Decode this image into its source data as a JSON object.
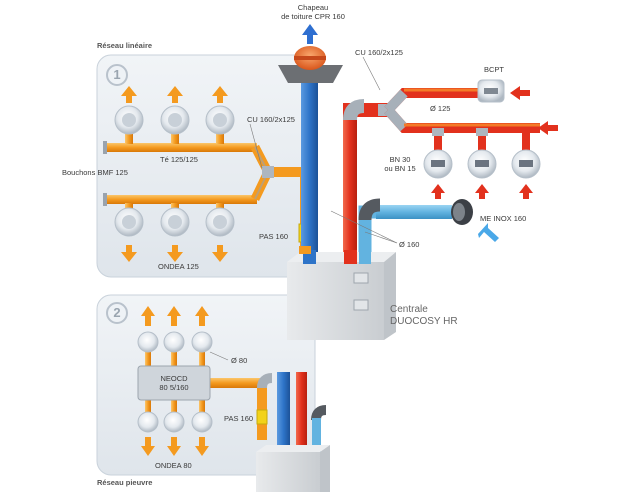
{
  "sections": {
    "linear_network": "Réseau linéaire",
    "star_network": "Réseau pieuvre",
    "number_1": "1",
    "number_2": "2"
  },
  "labels": {
    "roof_cap_line1": "Chapeau",
    "roof_cap_line2": "de toiture CPR 160",
    "cu_top": "CU 160/2x125",
    "bcpt": "BCPT",
    "diam_125": "Ø 125",
    "cu_left": "CU 160/2x125",
    "te": "Té 125/125",
    "bouchons": "Bouchons BMF 125",
    "bn_line1": "BN 30",
    "bn_line2": "ou BN 15",
    "me_inox": "ME INOX 160",
    "pas_upper": "PAS 160",
    "diam_160": "Ø 160",
    "ondea_125": "ONDEA 125",
    "centrale_line1": "Centrale",
    "centrale_line2": "DUOCOSY HR",
    "diam_80": "Ø 80",
    "neocd_line1": "NEOCD",
    "neocd_line2": "80 5/160",
    "pas_lower": "PAS 160",
    "ondea_80": "ONDEA 80"
  },
  "colors": {
    "panel": "#e9edf2",
    "orange_duct": "#f49a1f",
    "red_duct": "#e2311d",
    "blue_duct": "#2e74c8",
    "light_blue_duct": "#62b3e0",
    "fresh_air_arrow": "#4aa8e8",
    "terminal_grey": "#c8d0d8",
    "unit_grey": "#dfe2e5"
  }
}
